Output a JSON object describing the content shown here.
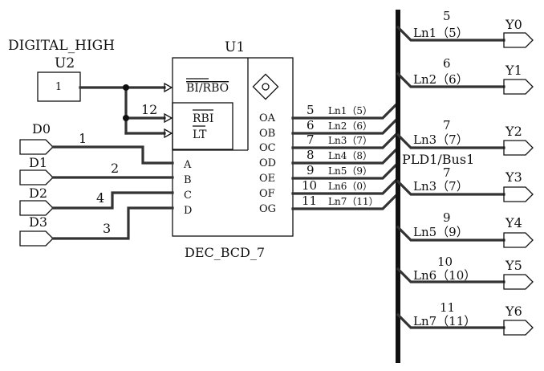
{
  "power": {
    "label": "DIGITAL_HIGH",
    "ref": "U2",
    "value": "1"
  },
  "chip": {
    "ref": "U1",
    "name": "DEC_BCD_7",
    "pin_bi_rbo": "BI/RBO",
    "pin_rbi": "RBI",
    "pin_lt": "LT",
    "input_pins": [
      "A",
      "B",
      "C",
      "D"
    ],
    "output_pins": [
      "OA",
      "OB",
      "OC",
      "OD",
      "OE",
      "OF",
      "OG"
    ]
  },
  "net_12": "12",
  "inputs": [
    {
      "port": "D0",
      "net": "1"
    },
    {
      "port": "D1",
      "net": "2"
    },
    {
      "port": "D2",
      "net": "4"
    },
    {
      "port": "D3",
      "net": "3"
    }
  ],
  "outputs": [
    {
      "num": "5",
      "label": "Ln1（5）"
    },
    {
      "num": "6",
      "label": "Ln2（6）"
    },
    {
      "num": "7",
      "label": "Ln3（7）"
    },
    {
      "num": "8",
      "label": "Ln4（8）"
    },
    {
      "num": "9",
      "label": "Ln5（9）"
    },
    {
      "num": "10",
      "label": "Ln6（0）"
    },
    {
      "num": "11",
      "label": "Ln7（11）"
    }
  ],
  "bus_label": "PLD1/Bus1",
  "right_taps": [
    {
      "num": "5",
      "label": "Ln1（5）",
      "port": "Y0"
    },
    {
      "num": "6",
      "label": "Ln2（6）",
      "port": "Y1"
    },
    {
      "num": "7",
      "label": "Ln3（7）",
      "port": "Y2"
    },
    {
      "num": "7",
      "label": "Ln3（7）",
      "port": "Y3"
    },
    {
      "num": "9",
      "label": "Ln5（9）",
      "port": "Y4"
    },
    {
      "num": "10",
      "label": "Ln6（10）",
      "port": "Y5"
    },
    {
      "num": "11",
      "label": "Ln7（11）",
      "port": "Y6"
    }
  ]
}
